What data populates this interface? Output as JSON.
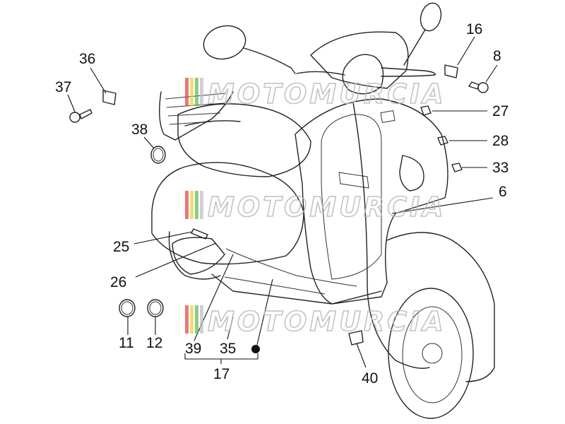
{
  "watermark": {
    "text": "MOTOMURCIA",
    "colors": [
      "#e43f3f",
      "#e9d23a",
      "#58b85a",
      "#bdbdbd"
    ]
  },
  "callouts": {
    "c36": "36",
    "c37": "37",
    "c38": "38",
    "c16": "16",
    "c8": "8",
    "c27": "27",
    "c28": "28",
    "c33": "33",
    "c6": "6",
    "c25": "25",
    "c26": "26",
    "c11": "11",
    "c12": "12",
    "c39": "39",
    "c35": "35",
    "c17": "17",
    "c40": "40"
  }
}
